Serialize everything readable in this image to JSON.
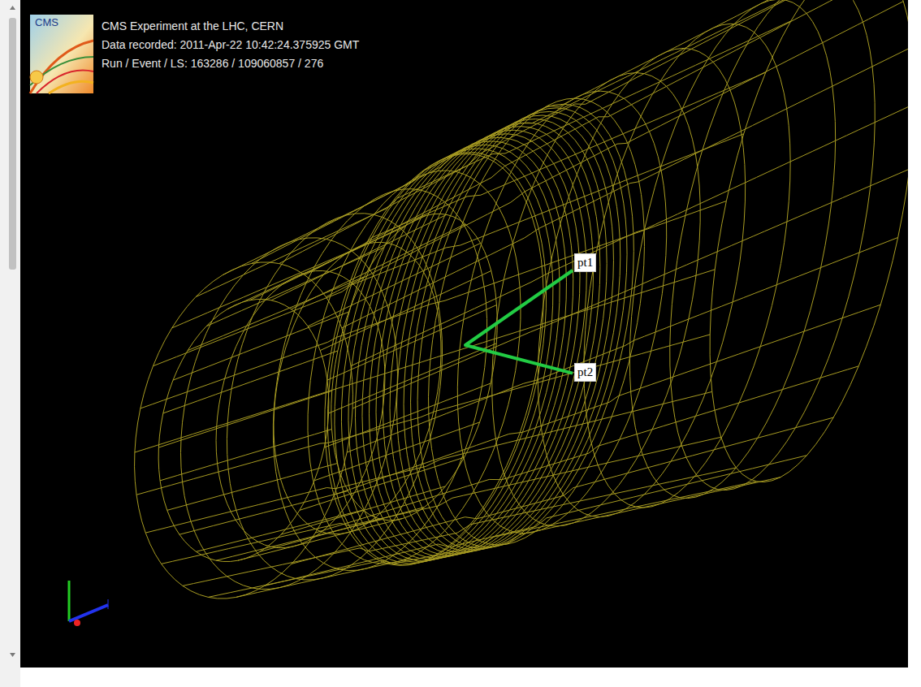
{
  "diagram": {
    "nodes": [
      {
        "text": [
          "pt1"
        ]
      },
      {
        "text": [
          "pt2"
        ]
      }
    ],
    "edges": [
      {
        "from": 0,
        "to": 1,
        "arrow": "none"
      }
    ],
    "labels": [
      "CMS",
      "CMS Experiment at the LHC, CERN",
      "Data recorded: 2011-Apr-22 10:42:24.375925 GMT",
      "Run / Event / LS: 163286 / 109060857 / 276"
    ]
  }
}
